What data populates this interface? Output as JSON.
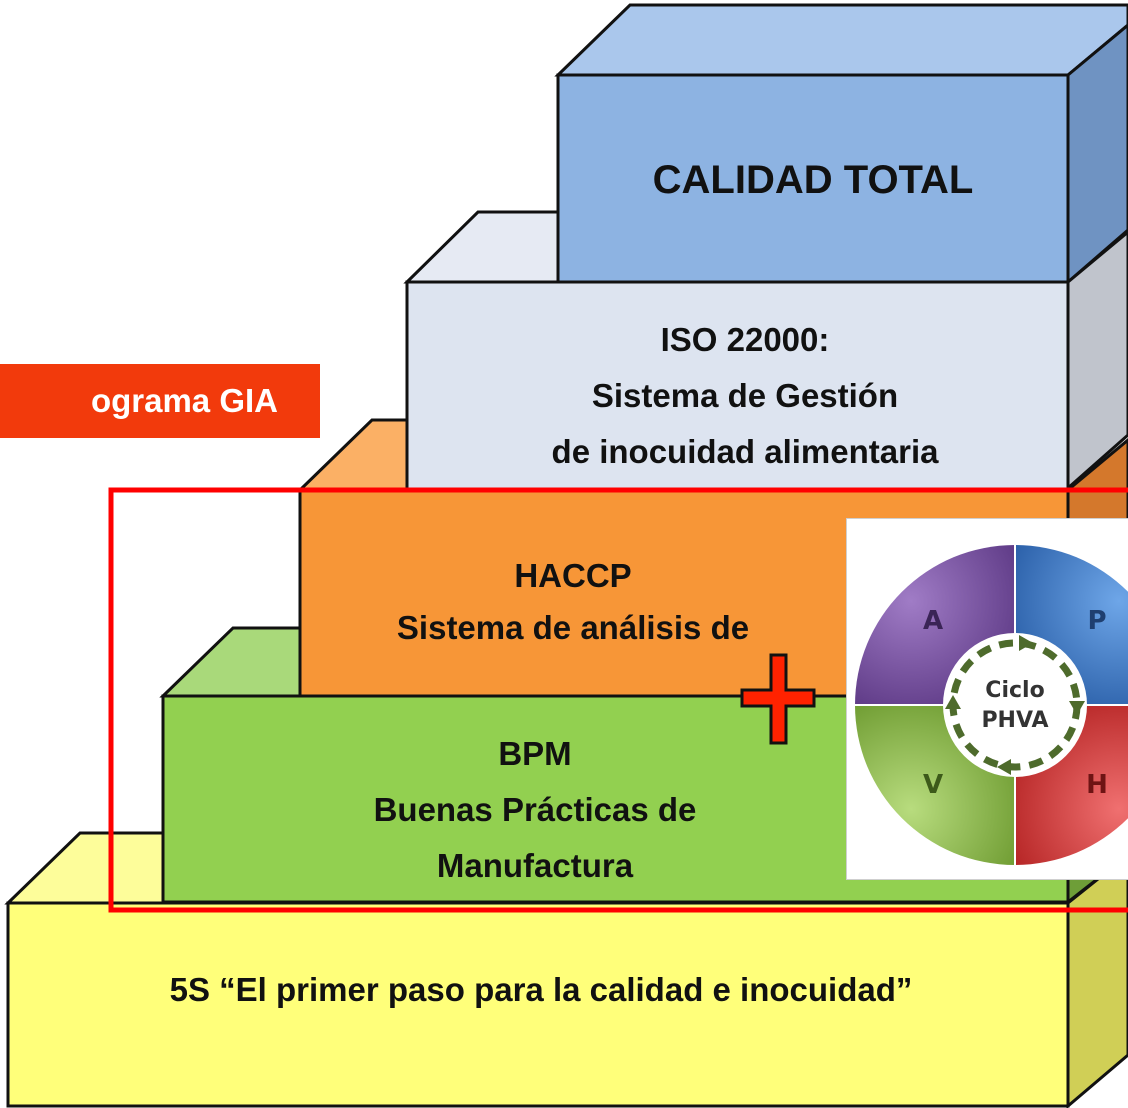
{
  "levels": {
    "calidad_total": {
      "line1": "CALIDAD TOTAL"
    },
    "iso": {
      "line1": "ISO 22000:",
      "line2": "Sistema de Gestión",
      "line3": "de inocuidad alimentaria"
    },
    "haccp": {
      "line1": "HACCP",
      "line2": "Sistema de análisis de"
    },
    "bpm": {
      "line1": "BPM",
      "line2": "Buenas Prácticas de",
      "line3": "Manufactura"
    },
    "five_s": {
      "line1": "5S “El primer paso para la calidad e inocuidad”"
    }
  },
  "tag": {
    "label": "ograma GIA"
  },
  "phva": {
    "center_line1": "Ciclo",
    "center_line2": "PHVA",
    "letters": {
      "a": "A",
      "p": "P",
      "h": "H",
      "v": "V"
    }
  },
  "colors": {
    "calidad_total": "#8db3e2",
    "iso": "#dde4f0",
    "haccp": "#f79637",
    "bpm": "#92d050",
    "five_s": "#ffff7a",
    "tag": "#f23a0c",
    "highlight": "#ff0000",
    "phva_a": "#7e56a6",
    "phva_p": "#3f7fd0",
    "phva_h": "#d93a3a",
    "phva_v": "#94c24e"
  }
}
